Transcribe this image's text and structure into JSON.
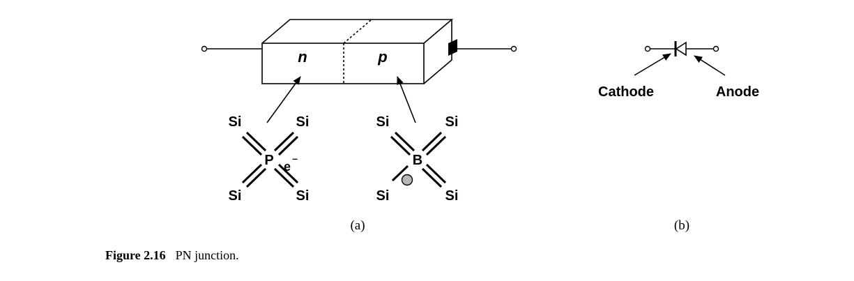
{
  "diagram": {
    "regions": {
      "n": "n",
      "p": "p"
    },
    "phosphorus": {
      "center": "P",
      "electron": "e",
      "electron_sign": "–",
      "neighbors": [
        "Si",
        "Si",
        "Si",
        "Si"
      ]
    },
    "boron": {
      "center": "B",
      "neighbors": [
        "Si",
        "Si",
        "Si",
        "Si"
      ]
    },
    "symbol": {
      "cathode": "Cathode",
      "anode": "Anode"
    },
    "panel_labels": {
      "a": "(a)",
      "b": "(b)"
    }
  },
  "caption": {
    "number": "Figure 2.16",
    "text": "PN junction."
  }
}
